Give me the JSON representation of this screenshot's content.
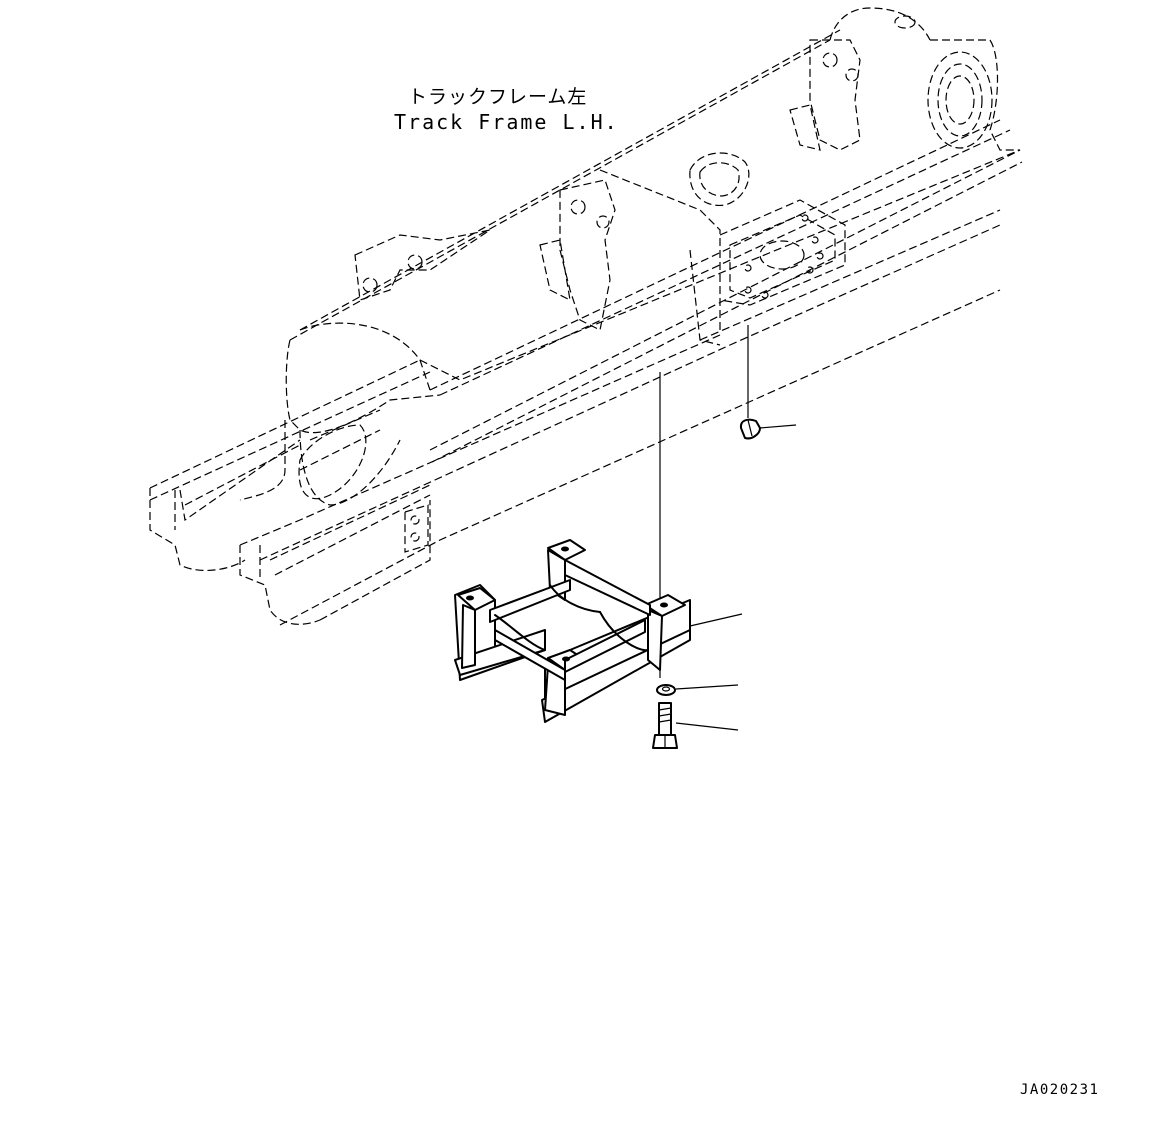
{
  "labels": {
    "title_jp": "トラックフレーム左",
    "title_en": "Track Frame L.H.",
    "drawing_number": "JA020231"
  },
  "parts": [
    {
      "name": "plug"
    },
    {
      "name": "roller-guard"
    },
    {
      "name": "washer"
    },
    {
      "name": "bolt"
    }
  ]
}
